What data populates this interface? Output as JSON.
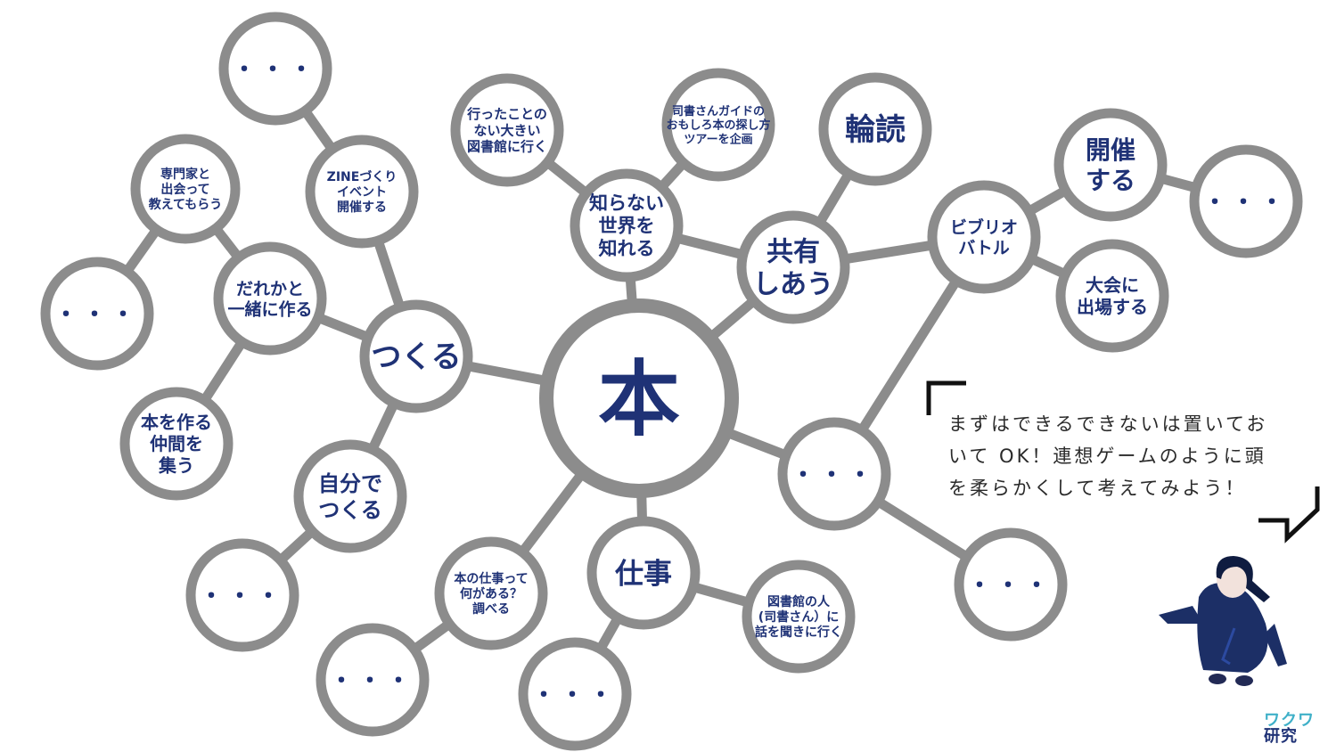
{
  "diagram": {
    "nodes": [
      {
        "id": "hon",
        "lines": [
          "本"
        ]
      },
      {
        "id": "tsukuru",
        "lines": [
          "つくる"
        ]
      },
      {
        "id": "kyoyu",
        "lines": [
          "共有",
          "しあう"
        ]
      },
      {
        "id": "shigoto",
        "lines": [
          "仕事"
        ]
      },
      {
        "id": "shiranai",
        "lines": [
          "知らない",
          "世界を",
          "知れる"
        ]
      },
      {
        "id": "ellipsis-right",
        "lines": [
          "・・・"
        ]
      },
      {
        "id": "dareka",
        "lines": [
          "だれかと",
          "一緒に作る"
        ]
      },
      {
        "id": "zine",
        "lines": [
          "ZINEづくり",
          "イベント",
          "開催する"
        ]
      },
      {
        "id": "jibun",
        "lines": [
          "自分で",
          "つくる"
        ]
      },
      {
        "id": "senmonka",
        "lines": [
          "専門家と",
          "出会って",
          "教えてもらう"
        ]
      },
      {
        "id": "nakama",
        "lines": [
          "本を作る",
          "仲間を",
          "集う"
        ]
      },
      {
        "id": "ellipsis-left",
        "lines": [
          "・・・"
        ]
      },
      {
        "id": "ellipsis-top",
        "lines": [
          "・・・"
        ]
      },
      {
        "id": "ellipsis-jibun",
        "lines": [
          "・・・"
        ]
      },
      {
        "id": "ittakoto",
        "lines": [
          "行ったことの",
          "ない大きい",
          "図書館に行く"
        ]
      },
      {
        "id": "shisho-guide",
        "lines": [
          "司書さんガイドの",
          "おもしろ本の探し方",
          "ツアーを企画"
        ]
      },
      {
        "id": "rindoku",
        "lines": [
          "輪読"
        ]
      },
      {
        "id": "biblio",
        "lines": [
          "ビブリオ",
          "バトル"
        ]
      },
      {
        "id": "kaisai",
        "lines": [
          "開催",
          "する"
        ]
      },
      {
        "id": "taikai",
        "lines": [
          "大会に",
          "出場する"
        ]
      },
      {
        "id": "ellipsis-kaisai",
        "lines": [
          "・・・"
        ]
      },
      {
        "id": "ellipsis-right2",
        "lines": [
          "・・・"
        ]
      },
      {
        "id": "hon-shigoto",
        "lines": [
          "本の仕事って",
          "何がある？",
          "調べる"
        ]
      },
      {
        "id": "toshokan-hito",
        "lines": [
          "図書館の人",
          "(司書さん）に",
          "話を聞きに行く"
        ]
      },
      {
        "id": "ellipsis-bottom1",
        "lines": [
          "・・・"
        ]
      },
      {
        "id": "ellipsis-bottom2",
        "lines": [
          "・・・"
        ]
      }
    ],
    "edges": [
      [
        "hon",
        "tsukuru"
      ],
      [
        "hon",
        "kyoyu"
      ],
      [
        "hon",
        "shigoto"
      ],
      [
        "hon",
        "shiranai"
      ],
      [
        "hon",
        "ellipsis-right"
      ],
      [
        "hon",
        "hon-shigoto"
      ],
      [
        "tsukuru",
        "dareka"
      ],
      [
        "tsukuru",
        "zine"
      ],
      [
        "tsukuru",
        "jibun"
      ],
      [
        "dareka",
        "senmonka"
      ],
      [
        "dareka",
        "nakama"
      ],
      [
        "senmonka",
        "ellipsis-left"
      ],
      [
        "zine",
        "ellipsis-top"
      ],
      [
        "jibun",
        "ellipsis-jibun"
      ],
      [
        "shiranai",
        "ittakoto"
      ],
      [
        "shiranai",
        "shisho-guide"
      ],
      [
        "shiranai",
        "kyoyu"
      ],
      [
        "kyoyu",
        "rindoku"
      ],
      [
        "kyoyu",
        "biblio"
      ],
      [
        "biblio",
        "kaisai"
      ],
      [
        "biblio",
        "taikai"
      ],
      [
        "biblio",
        "ellipsis-right"
      ],
      [
        "kaisai",
        "ellipsis-kaisai"
      ],
      [
        "ellipsis-right",
        "ellipsis-right2"
      ],
      [
        "shigoto",
        "toshokan-hito"
      ],
      [
        "shigoto",
        "ellipsis-bottom2"
      ],
      [
        "hon-shigoto",
        "ellipsis-bottom1"
      ]
    ]
  },
  "caption": {
    "lines": [
      "まずはできるできないは置いてお",
      "いて OK！連想ゲームのように頭",
      "を柔らかくして考えてみよう！"
    ]
  },
  "brand": {
    "line1": "ワクワ",
    "line2": "研究"
  },
  "colors": {
    "ring": "#8c8c8c",
    "line": "#8c8c8c",
    "text": "#1f3276"
  }
}
